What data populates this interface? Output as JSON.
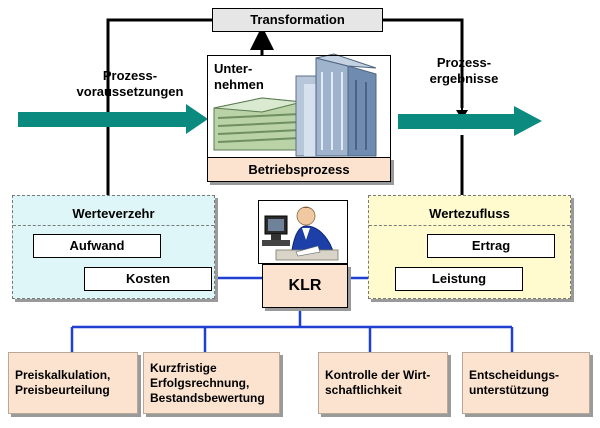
{
  "transformation": "Transformation",
  "left_label": [
    "Prozess-",
    "voraussetzungen"
  ],
  "right_label": [
    "Prozess-",
    "ergebnisse"
  ],
  "company_label": [
    "Unter-",
    "nehmen"
  ],
  "process": "Betriebsprozess",
  "left_panel": {
    "title": "Werteverzehr",
    "box1": "Aufwand",
    "box2": "Kosten"
  },
  "right_panel": {
    "title": "Wertezufluss",
    "box1": "Ertrag",
    "box2": "Leistung"
  },
  "center": "KLR",
  "bottom": [
    [
      "Preiskalkulation,",
      "Preisbeurteilung"
    ],
    [
      "Kurzfristige",
      "Erfolgsrechnung,",
      "Bestandsbewertung"
    ],
    [
      "Kontrolle der Wirt-",
      "schaftlichkeit"
    ],
    [
      "Entscheidungs-",
      "unterstützung"
    ]
  ],
  "colors": {
    "arrow": "#0b8a80",
    "connector": "#1f3fd1",
    "left_panel": "#dff6f8",
    "right_panel": "#fffbcf",
    "peach": "#fbe3cf",
    "gray_box": "#e6e6e6"
  }
}
